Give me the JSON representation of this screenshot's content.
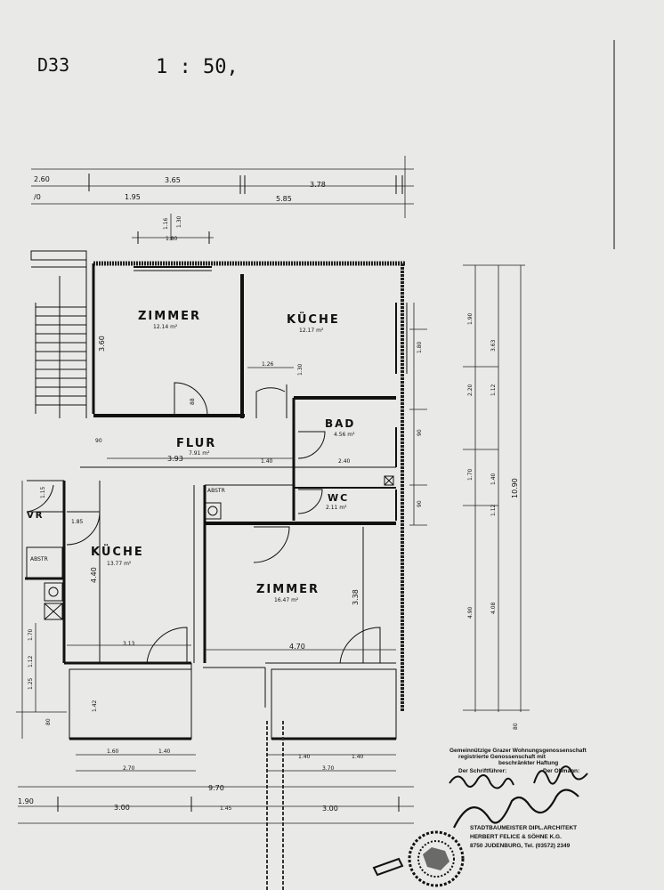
{
  "header": {
    "code": "D33",
    "scale": "1 : 50,"
  },
  "rooms": {
    "zimmer_top": {
      "name": "ZIMMER",
      "area": "12.14 m²"
    },
    "kuche_top": {
      "name": "KÜCHE",
      "area": "12.17 m²"
    },
    "flur": {
      "name": "FLUR",
      "area": "7.91 m²"
    },
    "bad": {
      "name": "BAD",
      "area": "4.56 m²"
    },
    "wc": {
      "name": "WC",
      "area": "2.11 m²"
    },
    "kuche_bottom": {
      "name": "KÜCHE",
      "area": "13.77 m²"
    },
    "zimmer_bottom": {
      "name": "ZIMMER",
      "area": "16.47 m²"
    },
    "abstr_1": "ABSTR",
    "abstr_2": "ABSTR"
  },
  "dimensions": {
    "top_row1": [
      "2.60",
      "3.65",
      "3.78"
    ],
    "top_row2": [
      "1.95",
      "5.85"
    ],
    "window_top": [
      "1.16",
      "1.30",
      "1.80"
    ],
    "interior": [
      "3.60",
      "1.26",
      "1.30",
      "1.80",
      "2.20",
      "1.40",
      "1.70",
      "1.90",
      "3.93",
      "1.40",
      "2.40",
      "4.40",
      "3.38",
      "3.13",
      "4.70",
      "1.42"
    ],
    "right_col1": [
      "1.90",
      "2.20",
      "1.70",
      "4.90"
    ],
    "right_col2": [
      "3.63",
      "1.12",
      "1.40",
      "1.12",
      "4.08"
    ],
    "right_col3": "10.90",
    "left": [
      "1.85",
      "1.15",
      "1.70",
      "1.12",
      "1.25",
      "80"
    ],
    "bottom_row1": [
      "1.60",
      "1.40",
      "1.40",
      "1.40"
    ],
    "bottom_row2": [
      "2.70",
      "3.70"
    ],
    "bottom_total": "9.70",
    "bottom_row3": [
      "1.90",
      "3.00",
      "1.45",
      "3.00"
    ],
    "balcony_right": "80"
  },
  "stamp": {
    "line1": "Gemeinnützige Grazer Wohnungsgenossenschaft",
    "line2": "registrierte Genossenschaft mit",
    "line3": "beschränkter Haftung",
    "role_left": "Der Schriftführer:",
    "role_right": "Der Obmann:",
    "firm1": "STADTBAUMEISTER DIPL.ARCHITEKT",
    "firm2": "HERBERT FELICE & SÖHNE K.G.",
    "firm3": "8750 JUDENBURG, Tel. (03572) 2349"
  }
}
